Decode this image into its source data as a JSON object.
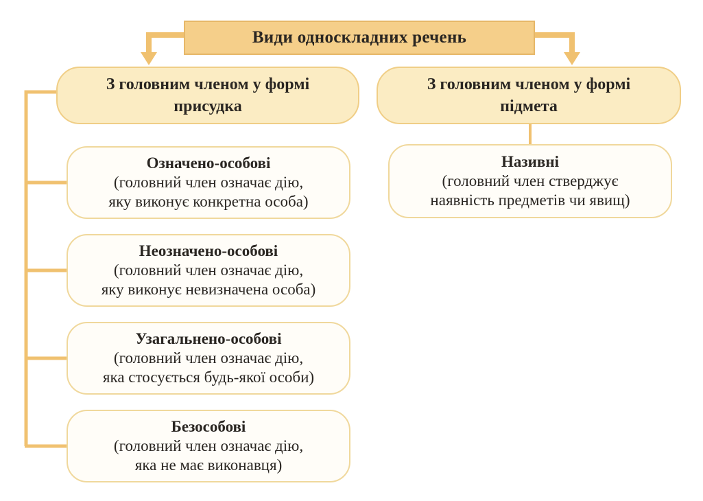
{
  "diagram": {
    "title": "Види односкладних речень",
    "colors": {
      "title_fill": "#f5cf8a",
      "category_fill": "#fbecc3",
      "item_fill": "#fffdf8",
      "connector": "#f0c170"
    },
    "categories": [
      {
        "line1": "З головним членом у формі",
        "line2": "присудка",
        "items": [
          {
            "title": "Означено-особові",
            "line1": "(головний член означає дію,",
            "line2": "яку виконує конкретна особа)"
          },
          {
            "title": "Неозначено-особові",
            "line1": "(головний член означає дію,",
            "line2": "яку виконує невизначена особа)"
          },
          {
            "title": "Узагальнено-особові",
            "line1": "(головний член означає дію,",
            "line2": "яка стосується будь-якої особи)"
          },
          {
            "title": "Безособові",
            "line1": "(головний член означає дію,",
            "line2": "яка не має виконавця)"
          }
        ]
      },
      {
        "line1": "З головним членом у формі",
        "line2": "підмета",
        "items": [
          {
            "title": "Називні",
            "line1": "(головний член стверджує",
            "line2": "наявність предметів чи явищ)"
          }
        ]
      }
    ]
  }
}
